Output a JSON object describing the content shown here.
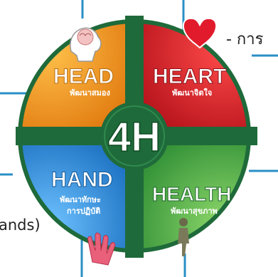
{
  "center_label": "4H",
  "quadrants": [
    {
      "title": "HEAD",
      "subtitle": "พัฒนาสมอง",
      "color": "#f39a21"
    },
    {
      "title": "HEART",
      "subtitle": "พัฒนาจิตใจ",
      "color": "#d9232b"
    },
    {
      "title": "HAND",
      "subtitle_line1": "พัฒนาทักษะ",
      "subtitle_line2": "การปฏิบัติ",
      "color": "#2f8fd8"
    },
    {
      "title": "HEALTH",
      "subtitle": "พัฒนาสุขภาพ",
      "color": "#4cb34a"
    }
  ],
  "side_text_right": "- การ",
  "side_text_left": "ands)",
  "colors": {
    "cross": "#1f6a3a",
    "center": "#1f6a3a",
    "frame_lines": "#2a8fc6"
  },
  "icons": [
    "brain-head-icon",
    "heart-icon",
    "hand-icon",
    "walking-person-icon"
  ]
}
